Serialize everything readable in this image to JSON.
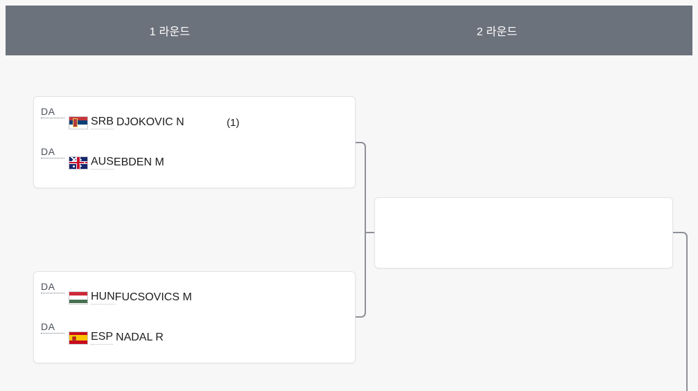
{
  "header": {
    "rounds": [
      {
        "label": "1 라운드"
      },
      {
        "label": "2 라운드"
      }
    ],
    "background_color": "#6c727c",
    "text_color": "#ffffff"
  },
  "bracket": {
    "round1": {
      "matches": [
        {
          "players": [
            {
              "status_tag": "DA",
              "flag": "serbia-flag",
              "country": "SRB",
              "name": "DJOKOVIC N",
              "seed": "(1)"
            },
            {
              "status_tag": "DA",
              "flag": "australia-flag",
              "country": "AUS",
              "name": "EBDEN M",
              "seed": ""
            }
          ]
        },
        {
          "players": [
            {
              "status_tag": "DA",
              "flag": "hungary-flag",
              "country": "HUN",
              "name": "FUCSOVICS M",
              "seed": ""
            },
            {
              "status_tag": "DA",
              "flag": "spain-flag",
              "country": "ESP",
              "name": "NADAL R",
              "seed": ""
            }
          ]
        }
      ]
    },
    "round2": {
      "matches": [
        {
          "players": []
        }
      ]
    }
  },
  "colors": {
    "page_background": "#f7f7f8",
    "card_background": "#ffffff",
    "card_border": "#e3e3e5",
    "connector": "#8d9096",
    "text": "#1b1c1e",
    "tag_text": "#4a4f57"
  }
}
